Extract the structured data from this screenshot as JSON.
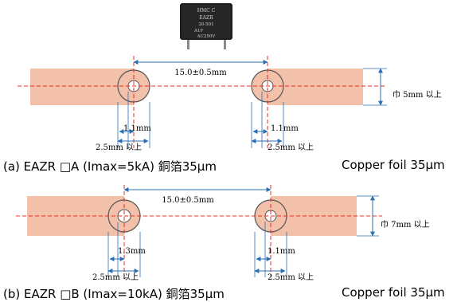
{
  "component": {
    "brand": "HMC C",
    "model": "EAZR",
    "line1": "20-501",
    "line2": "A1F",
    "rating": "AC250V"
  },
  "diagram_a": {
    "pitch_label": "15.0±0.5mm",
    "width_label": "巾 5mm 以上",
    "hole_left_label": "1.1mm",
    "land_left_label": "2.5mm 以上",
    "hole_right_label": "1.1mm",
    "land_right_label": "2.5mm 以上",
    "caption": "(a) EAZR □A (Imax=5kA)  銅箔35μm",
    "caption_right": "Copper foil 35μm",
    "colors": {
      "copper": "#f3c1aa",
      "dim_line": "#2a6fb5",
      "center_line": "#e0302a"
    }
  },
  "diagram_b": {
    "pitch_label": "15.0±0.5mm",
    "width_label": "巾 7mm 以上",
    "hole_left_label": "1.3mm",
    "land_left_label": "2.5mm 以上",
    "hole_right_label": "1.1mm",
    "land_right_label": "2.5mm 以上",
    "caption": "(b) EAZR □B (Imax=10kA)  銅箔35μm",
    "caption_right": "Copper foil 35μm"
  }
}
